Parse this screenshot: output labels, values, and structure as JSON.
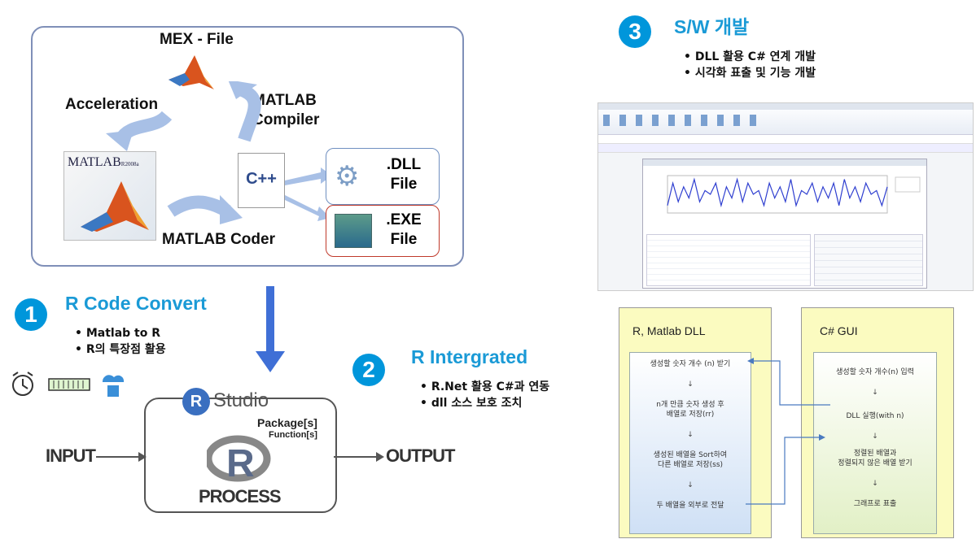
{
  "matlab_diagram": {
    "mex_file": "MEX - File",
    "acceleration": "Acceleration",
    "matlab_compiler_line1": "MATLAB",
    "matlab_compiler_line2": "Compiler",
    "matlab_coder": "MATLAB Coder",
    "cpp": "C++",
    "dll_line1": ".DLL",
    "dll_line2": "File",
    "exe_line1": ".EXE",
    "exe_line2": "File",
    "matlab_box": "MATLAB",
    "matlab_version": "R2008a"
  },
  "step1": {
    "number": "1",
    "title": "R Code Convert",
    "bullets": [
      "• Matlab to R",
      "• R의 특장점 활용"
    ]
  },
  "step2": {
    "number": "2",
    "title": "R Intergrated",
    "bullets": [
      "• R.Net 활용 C#과 연동",
      "• dll 소스 보호 조치"
    ]
  },
  "step3": {
    "number": "3",
    "title": "S/W 개발",
    "bullets": [
      "• DLL 활용 C# 연계 개발",
      "• 시각화 표출 및 기능 개발"
    ]
  },
  "process": {
    "rstudio_r": "R",
    "rstudio_text": "Studio",
    "package": "Package[s]",
    "function": "Function[s]",
    "process_label": "PROCESS",
    "input": "INPUT",
    "output": "OUTPUT",
    "r_logo": "R"
  },
  "flow": {
    "left_title": "R, Matlab DLL",
    "right_title": "C# GUI",
    "left_steps": [
      "생성할 숫자 개수 (n) 받기",
      "n개 만큼 숫자 생성 후\n배열로 저장(rr)",
      "생성된 배열을 Sort하여\n다른 배열로 저장(ss)",
      "두 배열을 외부로 전달"
    ],
    "right_steps": [
      "생성할 숫자 개수(n) 입력",
      "DLL 실행(with n)",
      "정렬된 배열과\n정렬되지 않은 배열 받기",
      "그래프로 표출"
    ],
    "down": "↓"
  },
  "chart_data": {
    "type": "line",
    "values": [
      0.2,
      0.8,
      0.3,
      0.7,
      0.4,
      0.9,
      0.3,
      0.6,
      0.5,
      0.8,
      0.2,
      0.7,
      0.4,
      0.9,
      0.3,
      0.8,
      0.5,
      0.6,
      0.2,
      0.8,
      0.4,
      0.7,
      0.3,
      0.9,
      0.2,
      0.6,
      0.5,
      0.8,
      0.3,
      0.7,
      0.4,
      0.8,
      0.2,
      0.9,
      0.4,
      0.7,
      0.3,
      0.8,
      0.5,
      0.6,
      0.2,
      0.7
    ],
    "colors": {
      "line": "#2f3fd0",
      "accent": "#0096db"
    }
  }
}
